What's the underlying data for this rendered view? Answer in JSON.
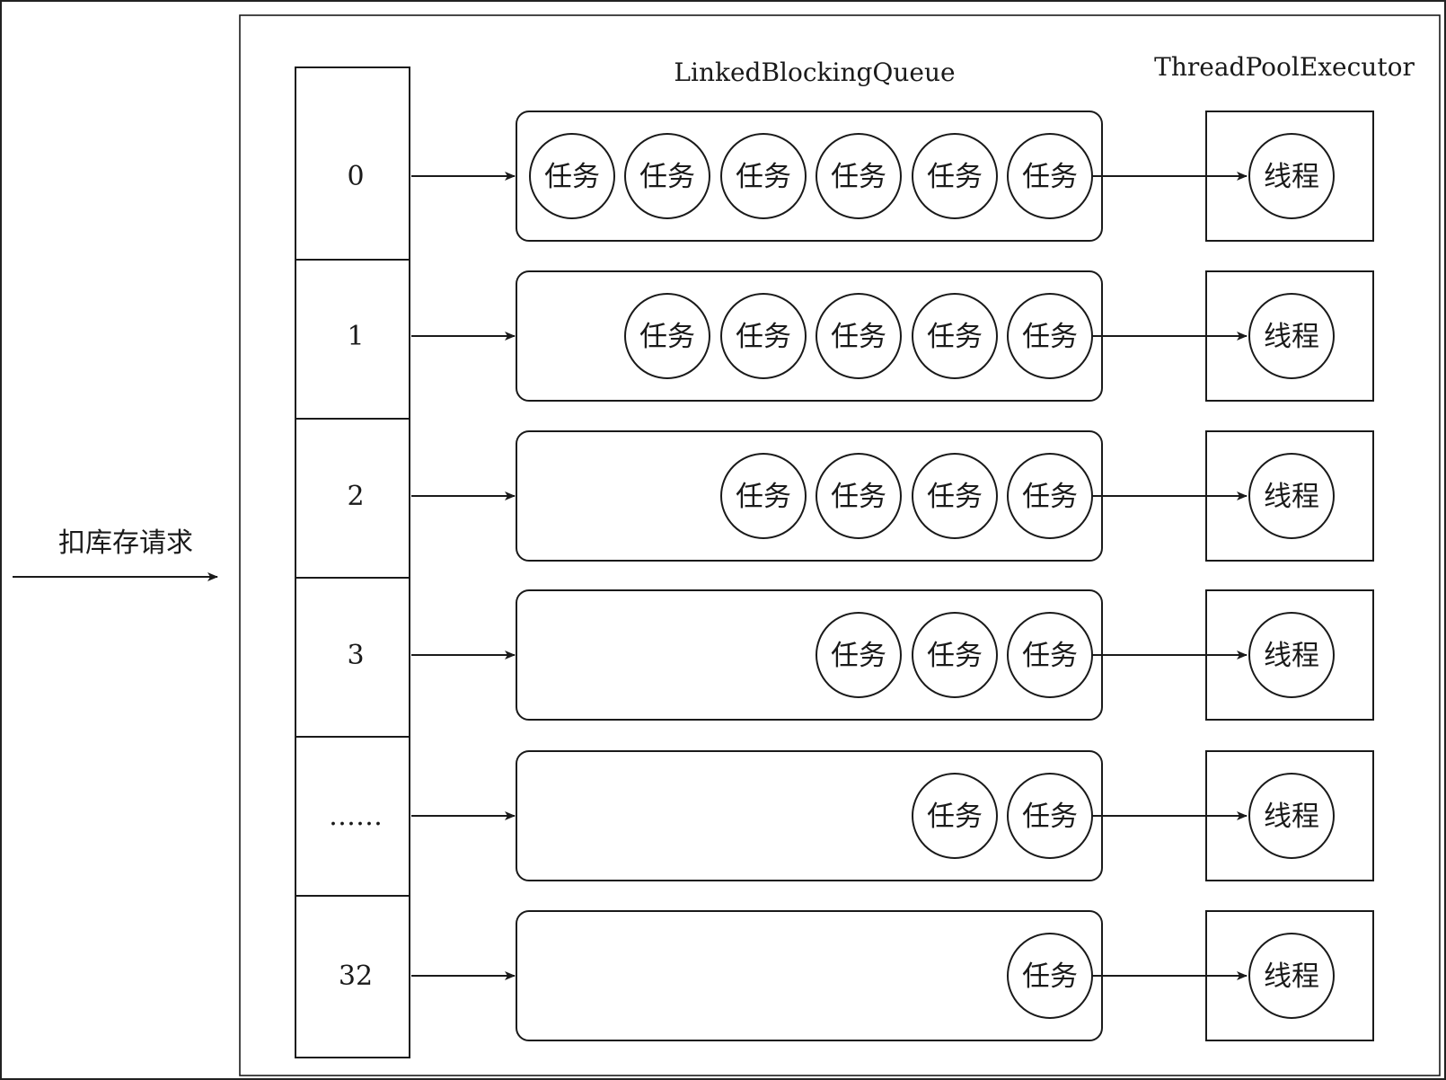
{
  "request_label": "扣库存请求",
  "queue_label": "LinkedBlockingQueue",
  "executor_label": "ThreadPoolExecutor",
  "task_label": "任务",
  "thread_label": "线程",
  "rows": [
    {
      "index": "0",
      "tasks": 6
    },
    {
      "index": "1",
      "tasks": 5
    },
    {
      "index": "2",
      "tasks": 4
    },
    {
      "index": "3",
      "tasks": 3
    },
    {
      "index": "……",
      "tasks": 2
    },
    {
      "index": "32",
      "tasks": 1
    }
  ]
}
